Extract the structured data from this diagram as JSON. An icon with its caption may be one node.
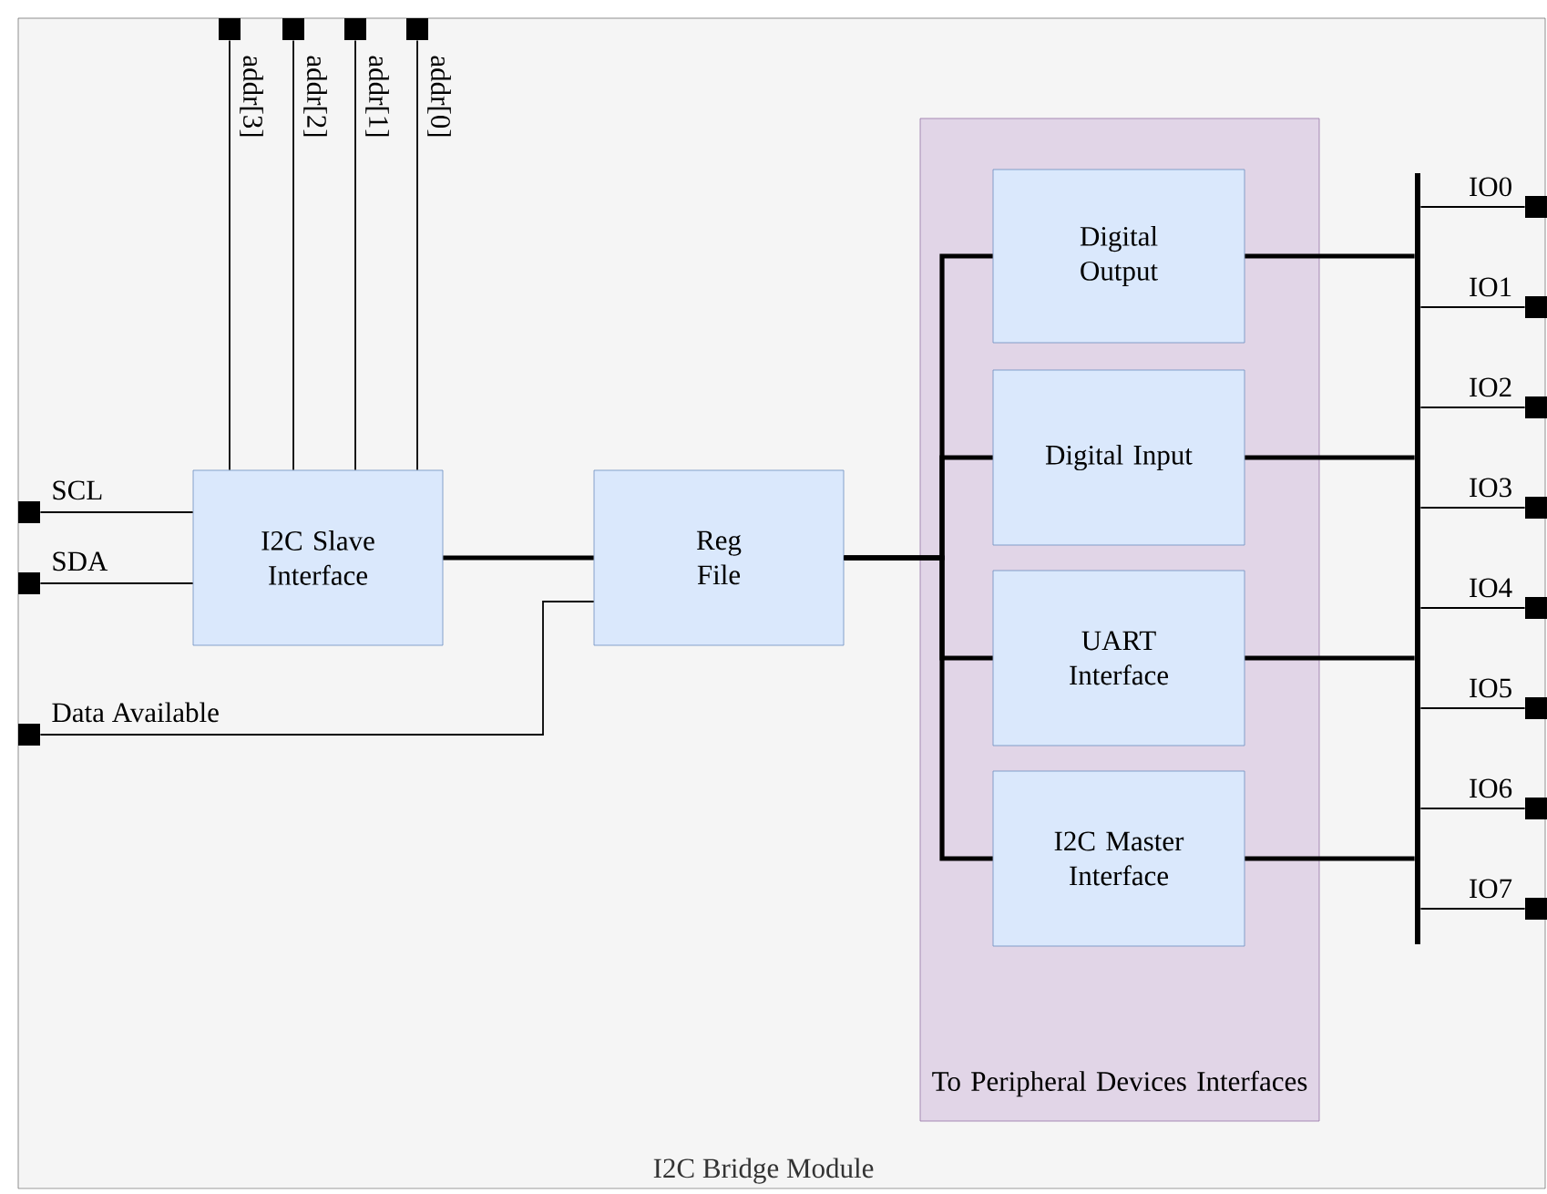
{
  "diagram": {
    "nodes": [
      {
        "text": [
          "I2C Bridge Module"
        ]
      },
      {
        "text": [
          "I2C Slave Interface"
        ],
        "in": 0
      },
      {
        "text": [
          "Reg File"
        ],
        "in": 0
      },
      {
        "text": [
          "To Peripheral Devices Interfaces"
        ],
        "in": 0
      },
      {
        "text": [
          "Digital Output"
        ],
        "in": 3
      },
      {
        "text": [
          "Digital Input"
        ],
        "in": 3
      },
      {
        "text": [
          "UART Interface"
        ],
        "in": 3
      },
      {
        "text": [
          "I2C Master Interface"
        ],
        "in": 3
      },
      {
        "text": [],
        "shape": "box",
        "beside": [
          "addr[3]"
        ],
        "in": 0
      },
      {
        "text": [],
        "shape": "box",
        "beside": [
          "addr[2]"
        ],
        "in": 0
      },
      {
        "text": [],
        "shape": "box",
        "beside": [
          "addr[1]"
        ],
        "in": 0
      },
      {
        "text": [],
        "shape": "box",
        "beside": [
          "addr[0]"
        ],
        "in": 0
      },
      {
        "text": [],
        "shape": "box",
        "beside": [
          "SCL"
        ],
        "in": 0
      },
      {
        "text": [],
        "shape": "box",
        "beside": [
          "SDA"
        ],
        "in": 0
      },
      {
        "text": [],
        "shape": "box",
        "beside": [
          "Data Available"
        ],
        "in": 0
      },
      {
        "text": [],
        "shape": "bar",
        "in": 0
      },
      {
        "text": [],
        "shape": "box",
        "beside": [
          "IO0"
        ],
        "in": 0
      },
      {
        "text": [],
        "shape": "box",
        "beside": [
          "IO1"
        ],
        "in": 0
      },
      {
        "text": [],
        "shape": "box",
        "beside": [
          "IO2"
        ],
        "in": 0
      },
      {
        "text": [],
        "shape": "box",
        "beside": [
          "IO3"
        ],
        "in": 0
      },
      {
        "text": [],
        "shape": "box",
        "beside": [
          "IO4"
        ],
        "in": 0
      },
      {
        "text": [],
        "shape": "box",
        "beside": [
          "IO5"
        ],
        "in": 0
      },
      {
        "text": [],
        "shape": "box",
        "beside": [
          "IO6"
        ],
        "in": 0
      },
      {
        "text": [],
        "shape": "box",
        "beside": [
          "IO7"
        ],
        "in": 0
      }
    ],
    "edges": [
      {
        "from": 8,
        "to": 1,
        "arrow": "none"
      },
      {
        "from": 9,
        "to": 1,
        "arrow": "none"
      },
      {
        "from": 10,
        "to": 1,
        "arrow": "none"
      },
      {
        "from": 11,
        "to": 1,
        "arrow": "none"
      },
      {
        "from": 12,
        "to": 1,
        "arrow": "none"
      },
      {
        "from": 13,
        "to": 1,
        "arrow": "none"
      },
      {
        "from": 14,
        "to": 2,
        "arrow": "none"
      },
      {
        "from": 1,
        "to": 2,
        "arrow": "none",
        "style": "thick"
      },
      {
        "from": 2,
        "to": 4,
        "arrow": "none",
        "style": "thick"
      },
      {
        "from": 2,
        "to": 5,
        "arrow": "none",
        "style": "thick"
      },
      {
        "from": 2,
        "to": 6,
        "arrow": "none",
        "style": "thick"
      },
      {
        "from": 2,
        "to": 7,
        "arrow": "none",
        "style": "thick"
      },
      {
        "from": 4,
        "to": 15,
        "arrow": "none",
        "style": "thick"
      },
      {
        "from": 5,
        "to": 15,
        "arrow": "none",
        "style": "thick"
      },
      {
        "from": 6,
        "to": 15,
        "arrow": "none",
        "style": "thick"
      },
      {
        "from": 7,
        "to": 15,
        "arrow": "none",
        "style": "thick"
      },
      {
        "from": 15,
        "to": 16,
        "arrow": "none"
      },
      {
        "from": 15,
        "to": 17,
        "arrow": "none"
      },
      {
        "from": 15,
        "to": 18,
        "arrow": "none"
      },
      {
        "from": 15,
        "to": 19,
        "arrow": "none"
      },
      {
        "from": 15,
        "to": 20,
        "arrow": "none"
      },
      {
        "from": 15,
        "to": 21,
        "arrow": "none"
      },
      {
        "from": 15,
        "to": 22,
        "arrow": "none"
      },
      {
        "from": 15,
        "to": 23,
        "arrow": "none"
      }
    ]
  }
}
